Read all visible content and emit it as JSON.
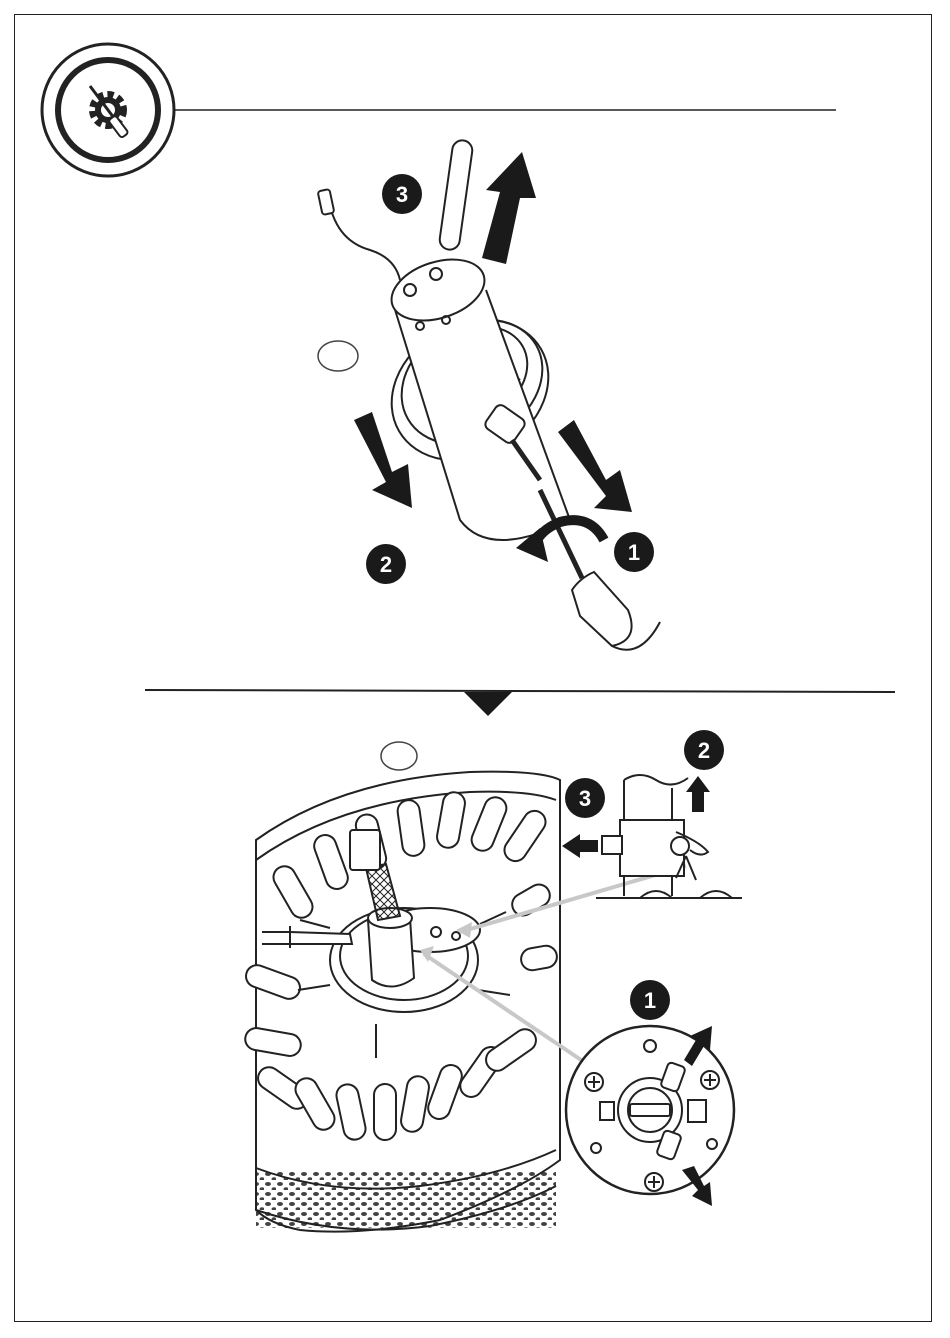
{
  "document": {
    "type": "assembly-instruction-page",
    "icon": "tools-icon",
    "colors": {
      "ink": "#1a1a1a",
      "badge": "#1a1a1a",
      "leader": "#c8c8c8",
      "paper": "#ffffff"
    }
  },
  "top_figure": {
    "steps": [
      {
        "number": "1"
      },
      {
        "number": "2"
      },
      {
        "number": "3"
      }
    ]
  },
  "bottom_figure": {
    "steps": [
      {
        "number": "1"
      },
      {
        "number": "2"
      },
      {
        "number": "3"
      }
    ]
  }
}
